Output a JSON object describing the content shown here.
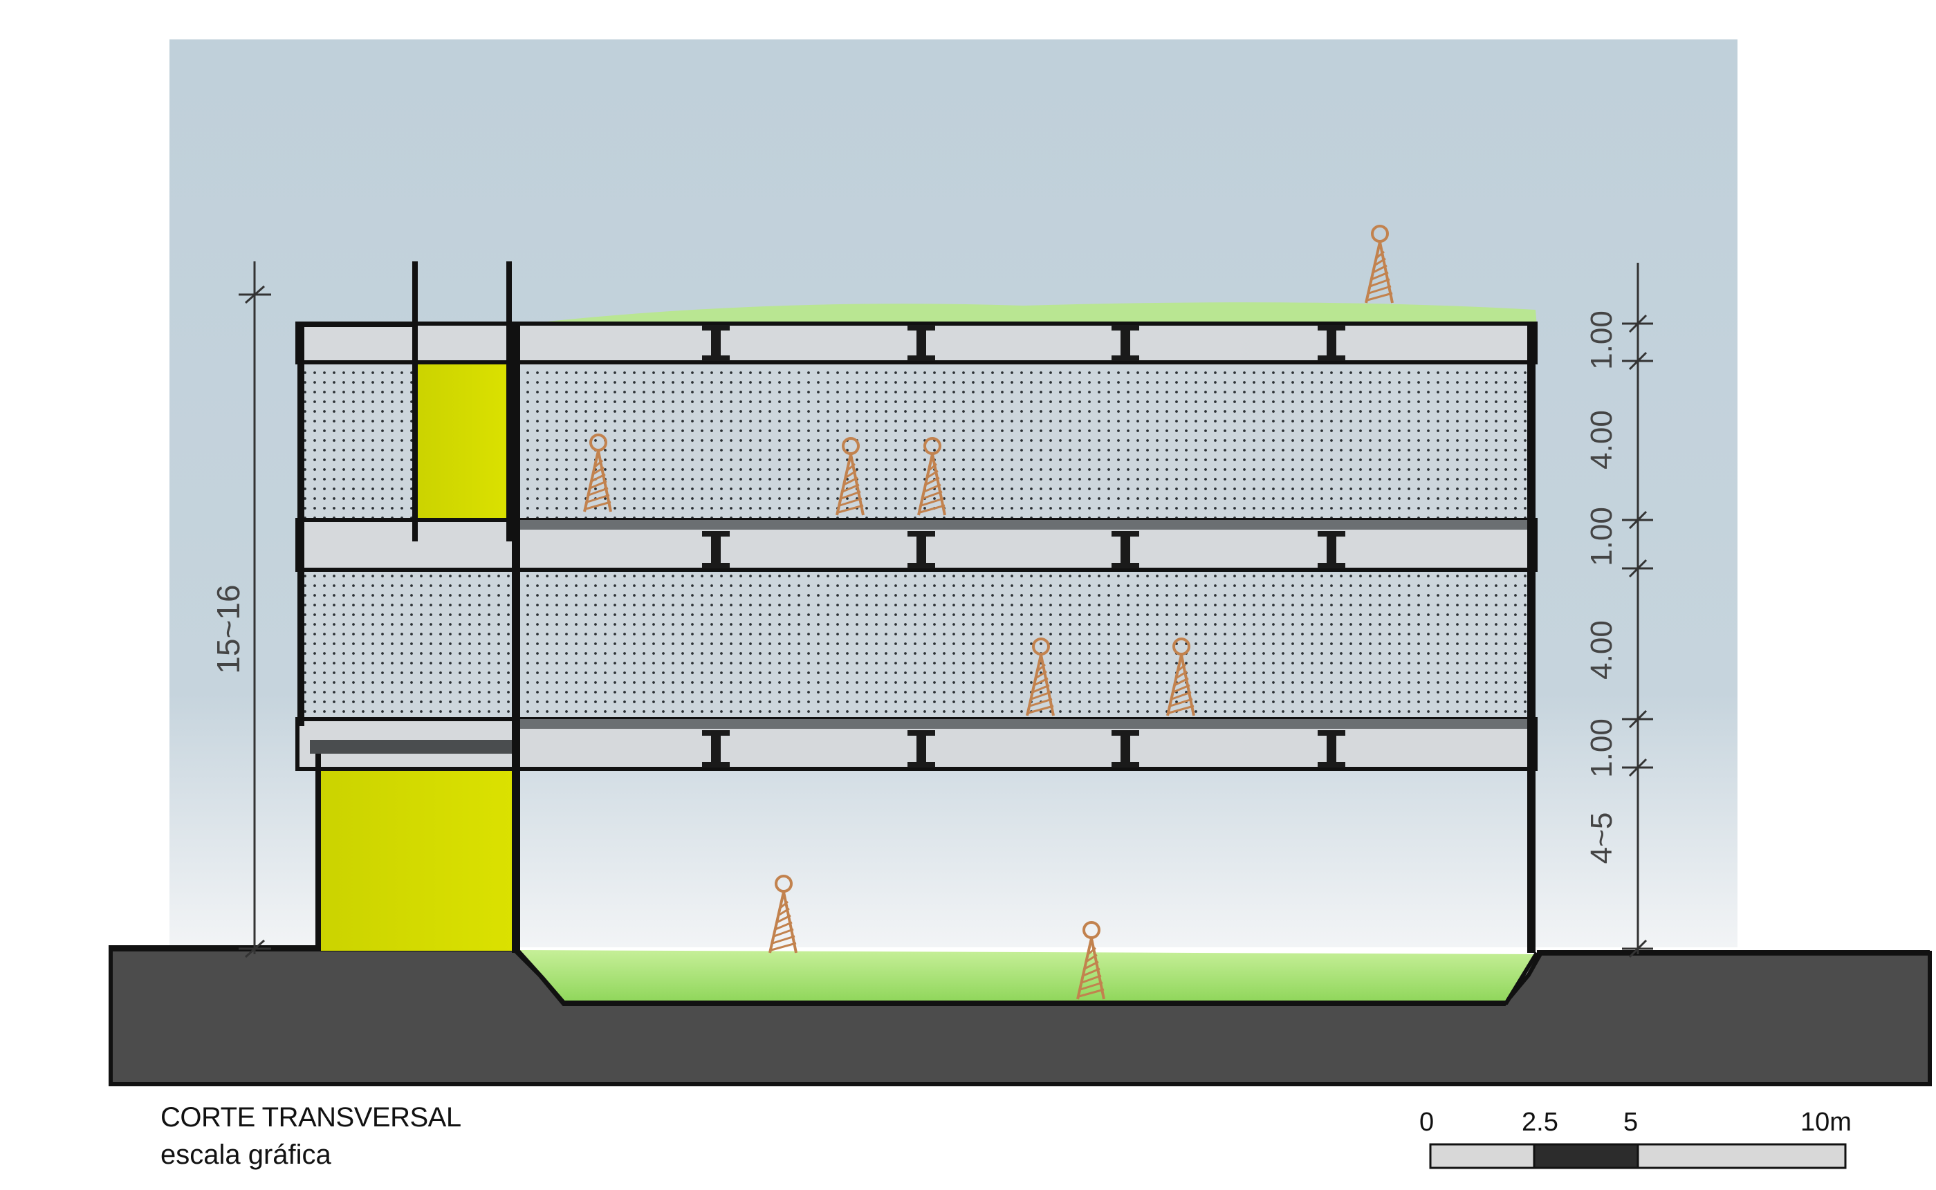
{
  "caption": {
    "title": "CORTE TRANSVERSAL",
    "subtitle": "escala gráfica"
  },
  "dimensions": {
    "total_height": "15~16",
    "roof_slab": "1.00",
    "upper_floor": "4.00",
    "mid_slab": "1.00",
    "lower_floor": "4.00",
    "first_slab": "1.00",
    "ground_level": "4~5"
  },
  "scale_bar": {
    "labels": [
      "0",
      "2.5",
      "5",
      "10m"
    ]
  },
  "colors": {
    "sky": "#c3d3dc",
    "ground": "#4c4c4c",
    "grass": "#a6e36f",
    "core_yellow": "#d2da00",
    "bright_yellow": "#f3f327",
    "slab": "#d7dadd",
    "figure": "#c2824e"
  }
}
